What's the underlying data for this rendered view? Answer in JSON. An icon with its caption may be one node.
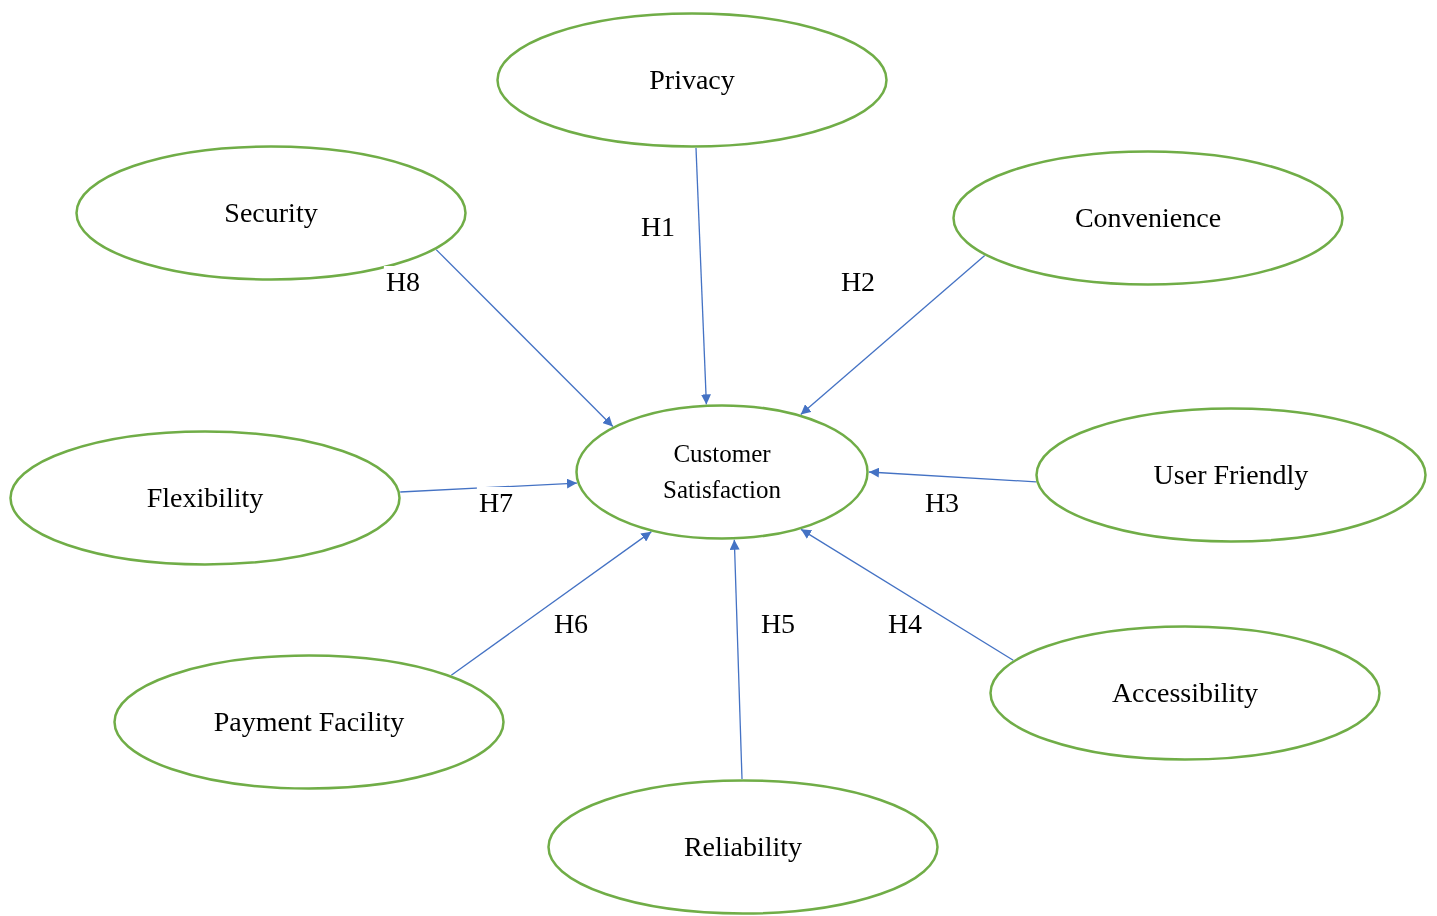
{
  "diagram": {
    "nodes": [
      {
        "text": [
          "Privacy"
        ]
      },
      {
        "text": [
          "Security"
        ]
      },
      {
        "text": [
          "Convenience"
        ]
      },
      {
        "text": [
          "Customer Satisfaction"
        ]
      },
      {
        "text": [
          "Flexibility"
        ]
      },
      {
        "text": [
          "User Friendly"
        ]
      },
      {
        "text": [
          "Accessibility"
        ]
      },
      {
        "text": [
          "Payment Facility"
        ]
      },
      {
        "text": [
          "Reliability"
        ]
      }
    ],
    "edges": [
      {
        "from": 0,
        "to": 3,
        "arrow": "to",
        "label": "H1"
      },
      {
        "from": 2,
        "to": 3,
        "arrow": "to",
        "label": "H2"
      },
      {
        "from": 5,
        "to": 3,
        "arrow": "to",
        "label": "H3"
      },
      {
        "from": 6,
        "to": 3,
        "arrow": "to",
        "label": "H4"
      },
      {
        "from": 8,
        "to": 3,
        "arrow": "to",
        "label": "H5"
      },
      {
        "from": 7,
        "to": 3,
        "arrow": "to",
        "label": "H6"
      },
      {
        "from": 4,
        "to": 3,
        "arrow": "to",
        "label": "H7"
      },
      {
        "from": 1,
        "to": 3,
        "arrow": "to",
        "label": "H8"
      }
    ]
  }
}
